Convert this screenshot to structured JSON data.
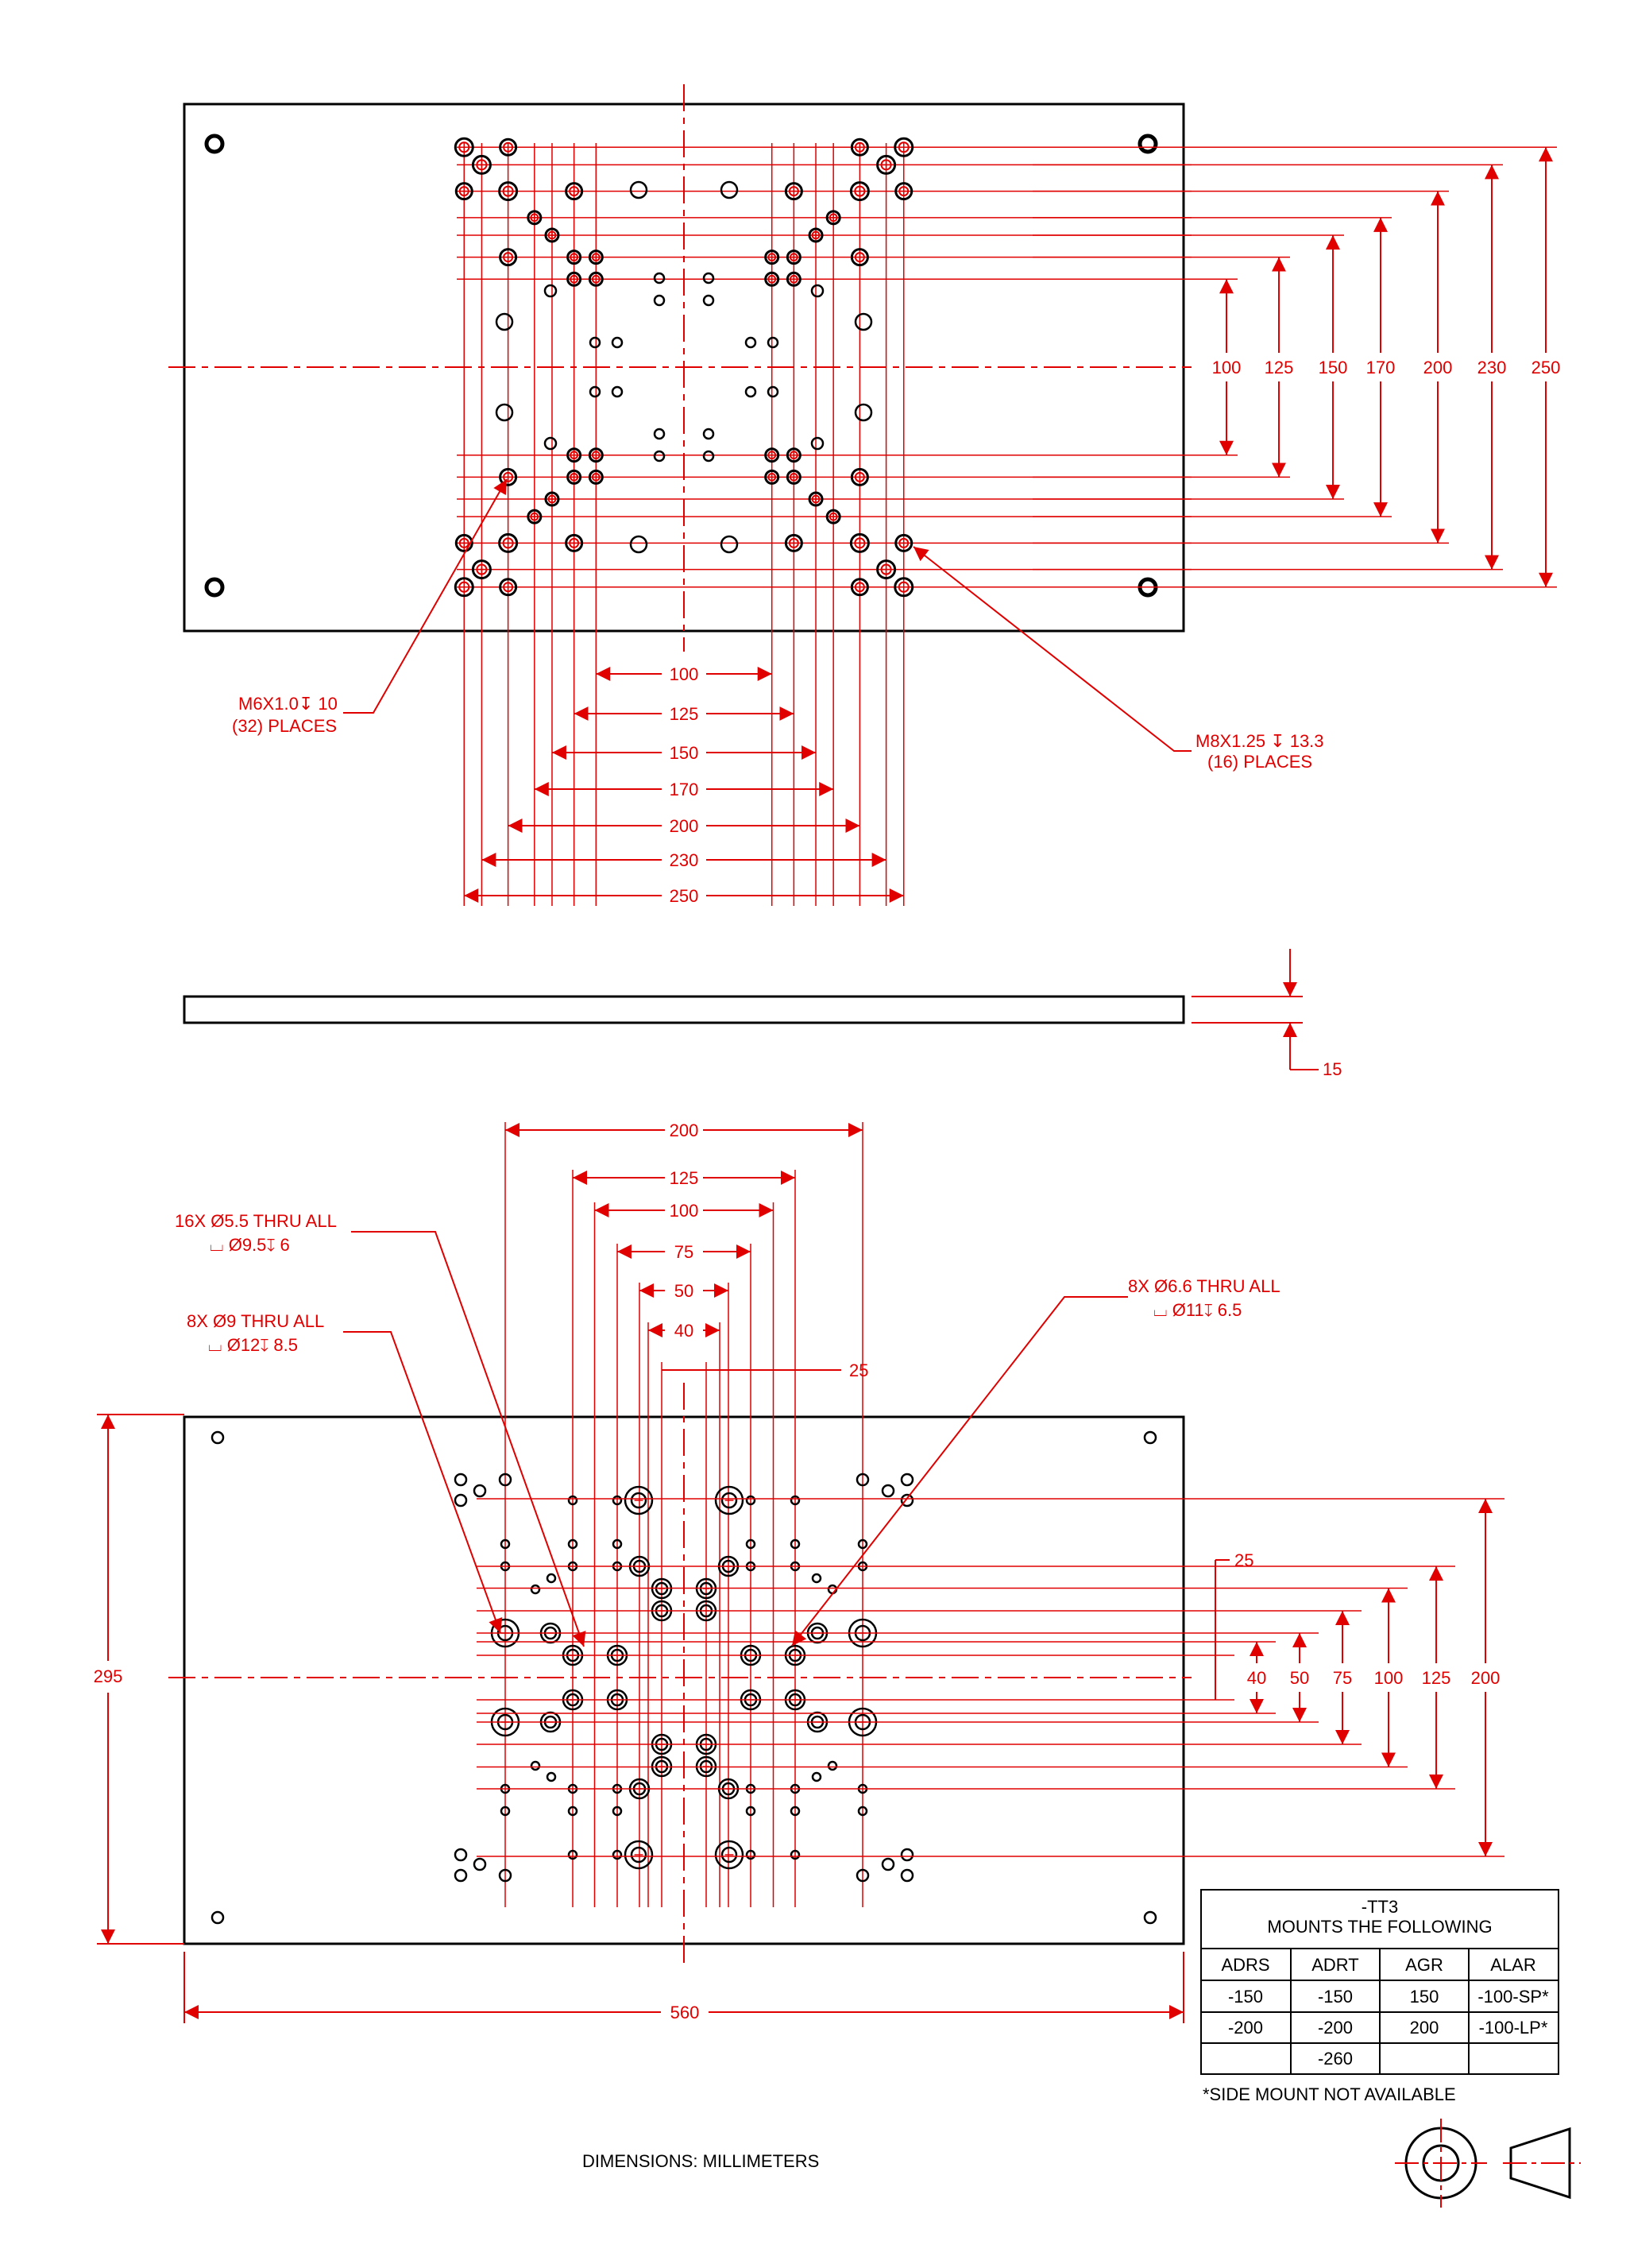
{
  "colors": {
    "dimension": "#e00000",
    "outline": "#000000",
    "background": "#ffffff"
  },
  "top_view": {
    "hole_callout_m6": {
      "line1": "M6X1.0↧ 10",
      "line2": "(32) PLACES"
    },
    "hole_callout_m8": {
      "line1": "M8X1.25 ↧ 13.3",
      "line2": "(16) PLACES"
    },
    "vertical_dims": [
      "100",
      "125",
      "150",
      "170",
      "200",
      "230",
      "250"
    ],
    "horizontal_dims": [
      "100",
      "125",
      "150",
      "170",
      "200",
      "230",
      "250"
    ]
  },
  "side_view": {
    "thickness": "15"
  },
  "bottom_view": {
    "callout_16x": {
      "line1": "16X Ø5.5 THRU ALL",
      "line2": "⌴ Ø9.5↧ 6"
    },
    "callout_8x_9": {
      "line1": "8X Ø9 THRU ALL",
      "line2": "⌴ Ø12↧ 8.5"
    },
    "callout_8x_66": {
      "line1": "8X Ø6.6 THRU ALL",
      "line2": "⌴ Ø11↧ 6.5"
    },
    "horizontal_dims": [
      "200",
      "125",
      "100",
      "75",
      "50",
      "40",
      "25"
    ],
    "vertical_dims": [
      "25",
      "40",
      "50",
      "75",
      "100",
      "125",
      "200"
    ],
    "overall_height": "295",
    "overall_width": "560"
  },
  "mount_table": {
    "title_line1": "-TT3",
    "title_line2": "MOUNTS THE FOLLOWING",
    "headers": [
      "ADRS",
      "ADRT",
      "AGR",
      "ALAR"
    ],
    "rows": [
      [
        "-150",
        "-150",
        "150",
        "-100-SP*"
      ],
      [
        "-200",
        "-200",
        "200",
        "-100-LP*"
      ],
      [
        "",
        "-260",
        "",
        ""
      ]
    ],
    "footnote": "*SIDE MOUNT NOT AVAILABLE"
  },
  "units_note": "DIMENSIONS:  MILLIMETERS",
  "projection_symbol": "third-angle-projection-icon"
}
